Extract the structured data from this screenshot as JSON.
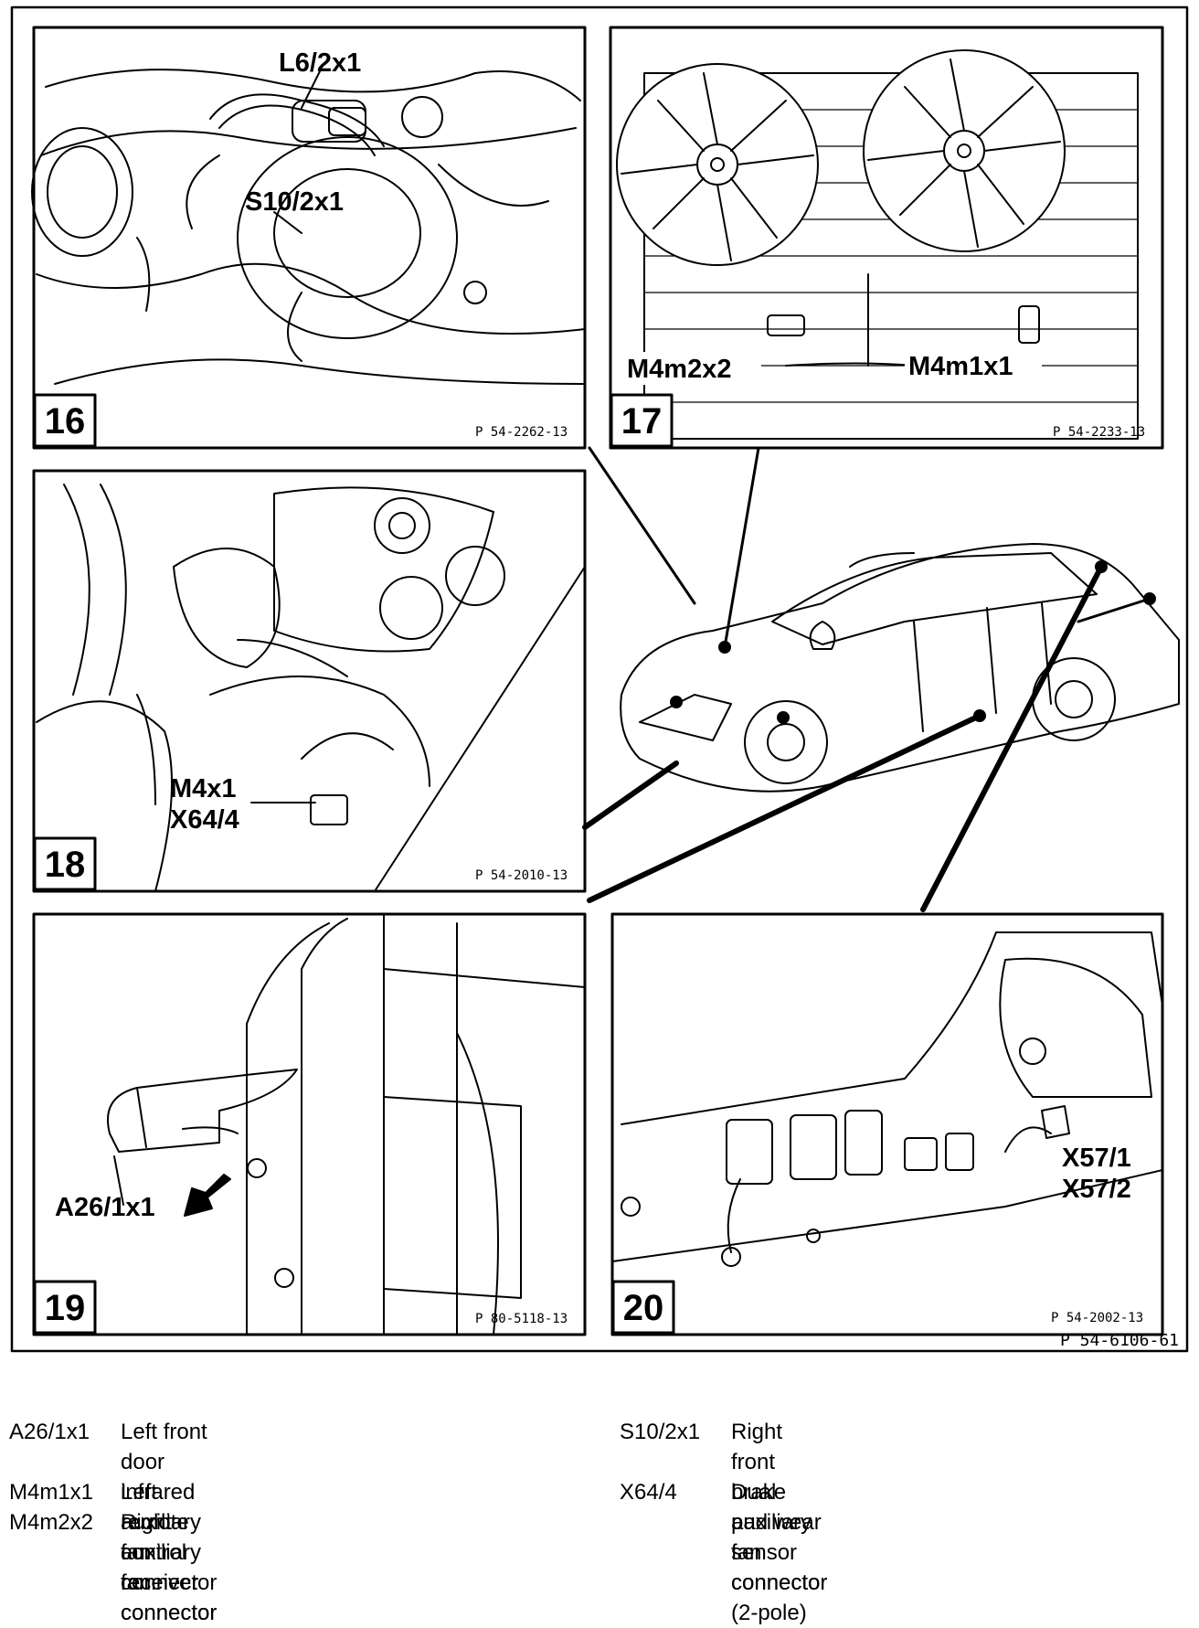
{
  "panels": [
    {
      "num": "16",
      "ref": "P 54-2262-13",
      "callouts": [
        "L6/2x1",
        "S10/2x1"
      ]
    },
    {
      "num": "17",
      "ref": "P 54-2233-13",
      "callouts": [
        "M4m2x2",
        "M4m1x1"
      ]
    },
    {
      "num": "18",
      "ref": "P 54-2010-13",
      "callouts": [
        "M4x1",
        "X64/4"
      ]
    },
    {
      "num": "19",
      "ref": "P 80-5118-13",
      "callouts": [
        "A26/1x1"
      ]
    },
    {
      "num": "20",
      "ref": "P 54-2002-13",
      "callouts": [
        "X57/1",
        "X57/2"
      ]
    }
  ],
  "figure_ref": "P 54-6106-61",
  "legend": [
    {
      "code": "A26/1x1",
      "desc": "Left front door infrared remote control\nreceiver connector"
    },
    {
      "code": "M4m1x1",
      "desc": "Left auxiliary fan connector"
    },
    {
      "code": "M4m2x2",
      "desc": "Right auxiliary fan connector"
    },
    {
      "code": "S10/2x1",
      "desc": "Right front brake pad wear sensor\nconnector"
    },
    {
      "code": "X64/4",
      "desc": "Dual auxiliary fan connector (2-pole)"
    }
  ]
}
